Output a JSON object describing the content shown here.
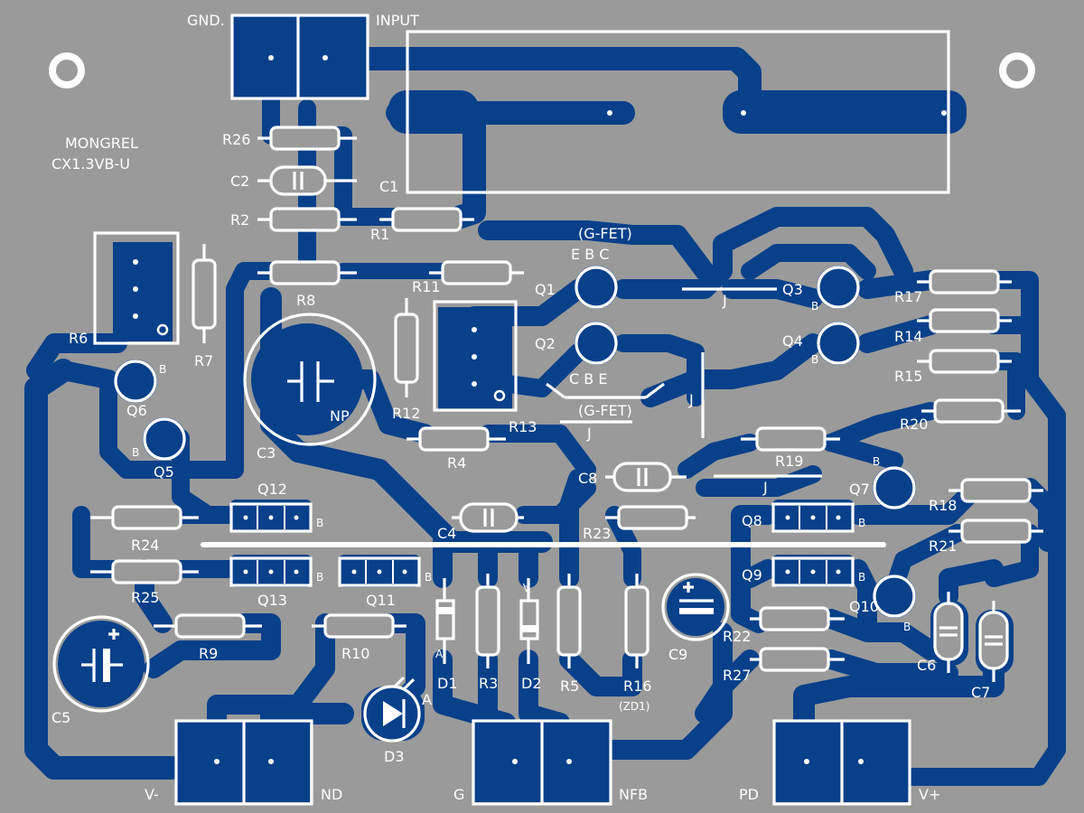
{
  "board": {
    "title_line1": "MONGREL",
    "title_line2": "CX1.3VB-U",
    "colors": {
      "background": "#9a9a9a",
      "copper": "#08408a",
      "silkscreen": "#ffffff"
    }
  },
  "connectors": {
    "gnd": "GND.",
    "input": "INPUT",
    "v_minus": "V-",
    "nd": "ND",
    "g": "G",
    "nfb": "NFB",
    "pd": "PD",
    "v_plus": "V+"
  },
  "resistors": {
    "r1": "R1",
    "r2": "R2",
    "r3": "R3",
    "r4": "R4",
    "r5": "R5",
    "r6": "R6",
    "r7": "R7",
    "r8": "R8",
    "r9": "R9",
    "r10": "R10",
    "r11": "R11",
    "r12": "R12",
    "r13": "R13",
    "r14": "R14",
    "r15": "R15",
    "r16": "R16",
    "r16_note": "(ZD1)",
    "r17": "R17",
    "r18": "R18",
    "r19": "R19",
    "r20": "R20",
    "r21": "R21",
    "r22": "R22",
    "r23": "R23",
    "r24": "R24",
    "r25": "R25",
    "r26": "R26",
    "r27": "R27"
  },
  "capacitors": {
    "c1": "C1",
    "c2": "C2",
    "c3": "C3",
    "c3_np": "NP",
    "c4": "C4",
    "c5": "C5",
    "c6": "C6",
    "c7": "C7",
    "c8": "C8",
    "c9": "C9"
  },
  "transistors": {
    "q1": "Q1",
    "q2": "Q2",
    "q3": "Q3",
    "q4": "Q4",
    "q5": "Q5",
    "q6": "Q6",
    "q7": "Q7",
    "q8": "Q8",
    "q9": "Q9",
    "q10": "Q10",
    "q11": "Q11",
    "q12": "Q12",
    "q13": "Q13",
    "gfet_top": "(G-FET)",
    "gfet_bottom": "(G-FET)",
    "ebc": "E B C",
    "cbe": "C B E",
    "base": "B",
    "jumper": "J"
  },
  "diodes": {
    "d1": "D1",
    "d2": "D2",
    "d3": "D3",
    "anode": "A"
  }
}
